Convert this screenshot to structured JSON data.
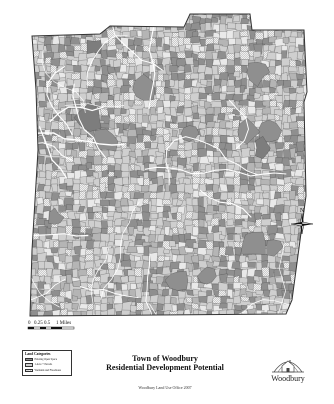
{
  "map": {
    "colors": {
      "open_space": "#8f8f8f",
      "one_acre": "#cfcfcf",
      "wetlands": "#e9e9e9",
      "boundary": "#444444",
      "roads": "#ffffff"
    }
  },
  "scale_bar": {
    "ticks": [
      "0",
      "0.25",
      "0.5",
      "1 Miles"
    ]
  },
  "north_arrow": {
    "label": "N"
  },
  "legend": {
    "title": "Land Categories",
    "items": [
      {
        "label": "Existing Open Space",
        "color": "#8f8f8f",
        "icon": "solid-dark-swatch"
      },
      {
        "label": "1 Acre + Parcels",
        "color": "#cfcfcf",
        "icon": "solid-light-swatch"
      },
      {
        "label": "Wetlands and Floodzone",
        "color": "#e9e9e9",
        "icon": "hatched-swatch"
      }
    ]
  },
  "title": {
    "line1": "Town of Woodbury",
    "line2": "Residential Development Potential"
  },
  "credit": "Woodbury Land Use Office 2007",
  "logo": {
    "text": "Woodbury",
    "icon": "house-icon"
  }
}
